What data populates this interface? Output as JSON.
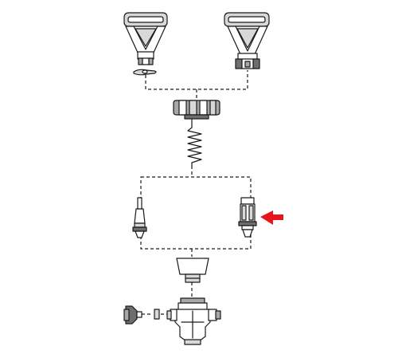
{
  "diagram": {
    "type": "exploded-parts-view",
    "parts": [
      {
        "id": "left-handle"
      },
      {
        "id": "right-handle"
      },
      {
        "id": "clip-pin"
      },
      {
        "id": "bonnet-nut"
      },
      {
        "id": "spring"
      },
      {
        "id": "left-stem"
      },
      {
        "id": "right-stem"
      },
      {
        "id": "cone-washer"
      },
      {
        "id": "valve-body"
      },
      {
        "id": "thumb-screw"
      },
      {
        "id": "small-washer"
      }
    ],
    "highlighted_part": "right-stem",
    "pointer_color": "#e8141c",
    "line_color": "#1a1a1a"
  }
}
